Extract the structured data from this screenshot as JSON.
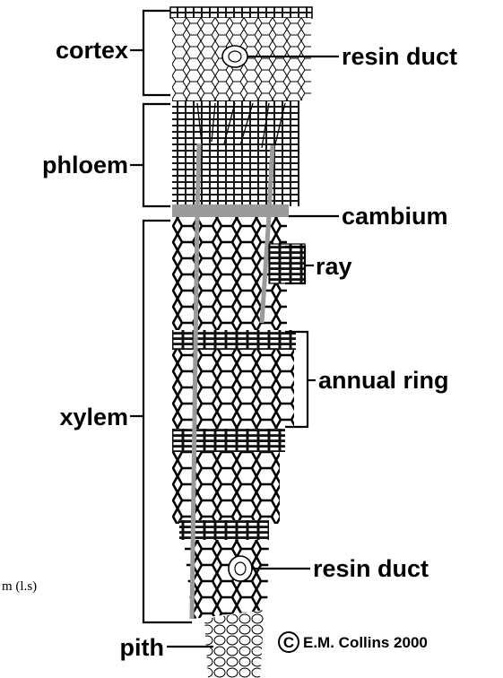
{
  "labels": {
    "cortex": "cortex",
    "phloem": "phloem",
    "xylem": "xylem",
    "pith": "pith",
    "resin_duct_top": "resin duct",
    "cambium": "cambium",
    "ray": "ray",
    "annual_ring": "annual ring",
    "resin_duct_bottom": "resin duct"
  },
  "credit": {
    "symbol": "C",
    "text": "E.M. Collins 2000"
  },
  "caption": "m (l.s)",
  "colors": {
    "ink": "#000000",
    "paper": "#ffffff",
    "cambium_gray": "#9a9a9a"
  }
}
